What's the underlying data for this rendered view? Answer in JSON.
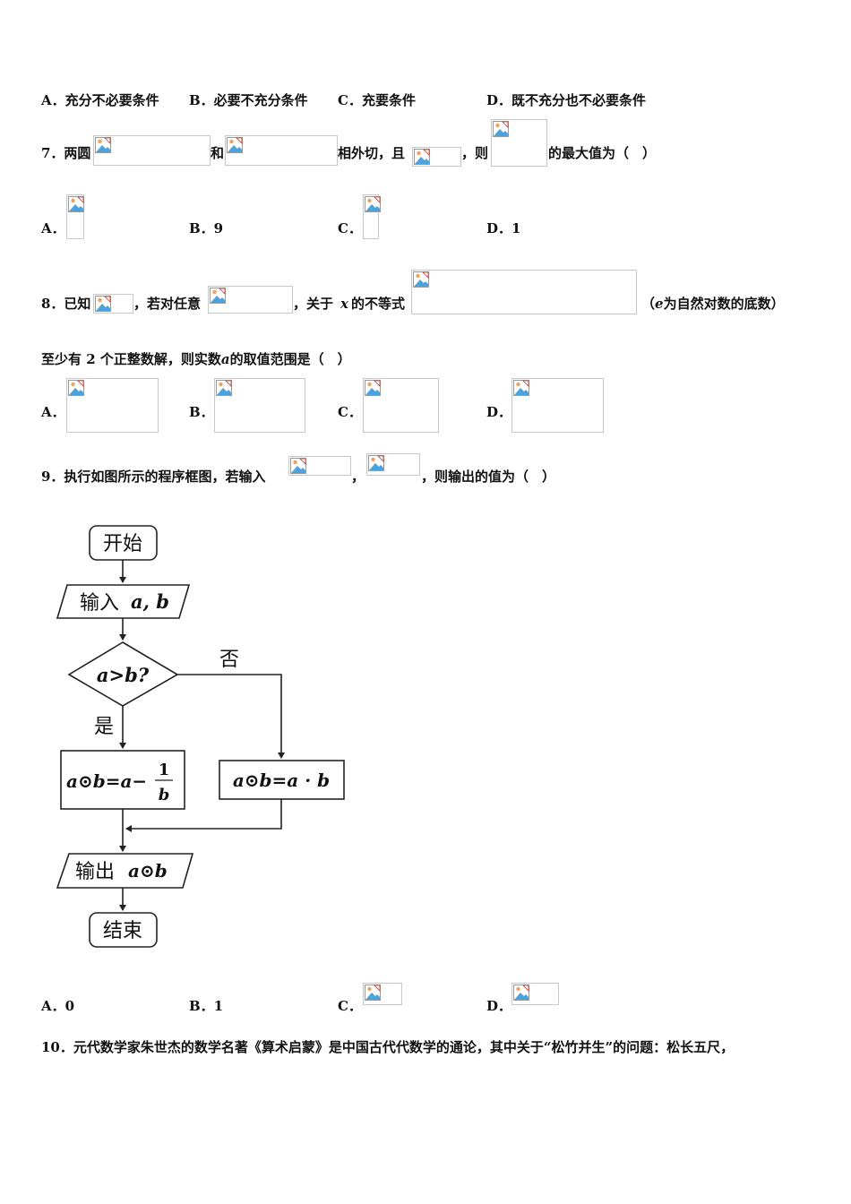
{
  "q6": {
    "optA": "A．充分不必要条件",
    "optB": "B．必要不充分条件",
    "optC": "C．充要条件",
    "optD": "D．既不充分也不必要条件"
  },
  "q7": {
    "prefix": "7．两圆",
    "and": "和",
    "mid": "相外切，且",
    "then": "，则",
    "suffix": "的最大值为（　）",
    "optA": "A．",
    "optB": "B．9",
    "optC": "C．",
    "optD": "D．1"
  },
  "q8": {
    "prefix": "8．已知",
    "any": "，若对任意",
    "about": "，关于",
    "var_x": "x",
    "ineq": "的不等式",
    "note_open": "（",
    "var_e": "e",
    "note_rest": "为自然对数的底数）",
    "line2_a": "至少有 2 个正整数解，则实数",
    "var_a": "a",
    "line2_b": "的取值范围是（　）",
    "optA": "A．",
    "optB": "B．",
    "optC": "C．",
    "optD": "D．"
  },
  "q9": {
    "prefix": "9．执行如图所示的程序框图，若输入",
    "comma": "，",
    "suffix": "，则输出的值为（　）",
    "optA": "A．0",
    "optB": "B．1",
    "optC": "C．",
    "optD": "D．"
  },
  "flowchart": {
    "start": "开始",
    "input_label": "输入",
    "input_vars": "a, b",
    "cond": "a>b?",
    "no": "否",
    "yes": "是",
    "yes_box_lhs": "a⊙b=a−",
    "frac_num": "1",
    "frac_den": "b",
    "no_box": "a⊙b=a · b",
    "output_label": "输出",
    "output_var": "a⊙b",
    "end": "结束"
  },
  "q10": {
    "text": "10．元代数学家朱世杰的数学名著《算术启蒙》是中国古代代数学的通论，其中关于“松竹并生”的问题：松长五尺，"
  },
  "icons": [
    "broken-image-icon"
  ]
}
